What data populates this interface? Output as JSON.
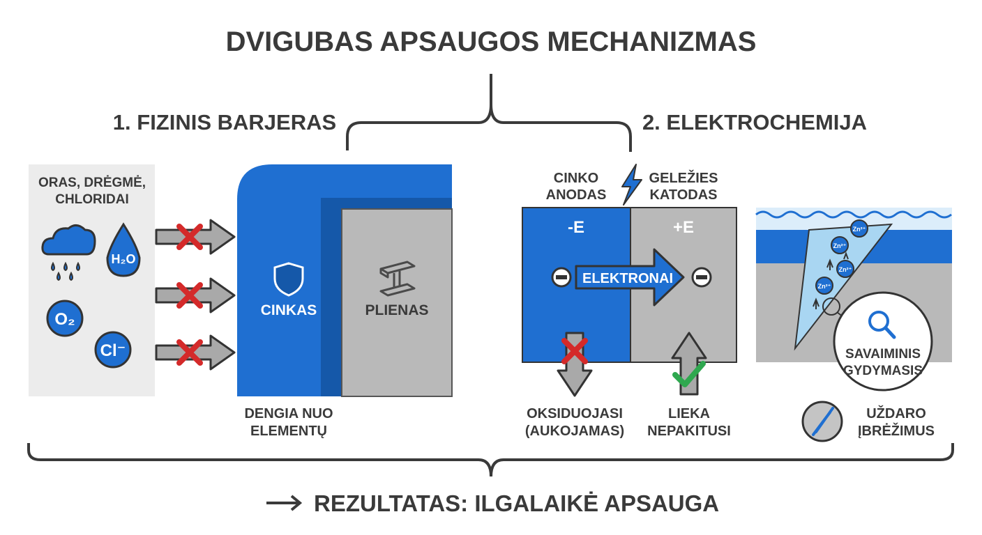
{
  "title": "DVIGUBAS APSAUGOS MECHANIZMAS",
  "result": "REZULTATAS: ILGALAIKĖ APSAUGA",
  "colors": {
    "zinc_blue": "#1f6fd1",
    "steel_gray": "#b9b9b9",
    "text": "#3a3a3a",
    "red_x": "#d42a2a",
    "green_check": "#2fa84f"
  },
  "physical": {
    "heading": "1. FIZINIS BARJERAS",
    "threats_label_line1": "ORAS, DRĖGMĖ,",
    "threats_label_line2": "CHLORIDAI",
    "icons": {
      "rain": "rain-cloud-icon",
      "water": "water-drop-icon",
      "oxygen": "oxygen-icon",
      "chloride": "chloride-icon",
      "shield": "shield-icon",
      "beam": "steel-beam-icon"
    },
    "h2o": "H₂O",
    "o2": "O₂",
    "cl": "Cl⁻",
    "zinc_label": "CINKAS",
    "steel_label": "PLIENAS",
    "caption_line1": "DENGIA NUO",
    "caption_line2": "ELEMENTŲ"
  },
  "electro": {
    "heading": "2. ELEKTROCHEMIJA",
    "anode_line1": "CINKO",
    "anode_line2": "ANODAS",
    "cathode_line1": "GELEŽIES",
    "cathode_line2": "KATODAS",
    "minus_e": "-E",
    "plus_e": "+E",
    "electrons": "ELEKTRONAI",
    "oxidizes_line1": "OKSIDUOJASI",
    "oxidizes_line2": "(AUKOJAMAS)",
    "remains_line1": "LIEKA",
    "remains_line2": "NEPAKITUSI",
    "zn_ion": "Zn²⁺",
    "self_heal_line1": "SAVAIMINIS",
    "self_heal_line2": "GYDYMASIS",
    "closes_line1": "UŽDARO",
    "closes_line2": "ĮBRĖŽIMUS"
  }
}
